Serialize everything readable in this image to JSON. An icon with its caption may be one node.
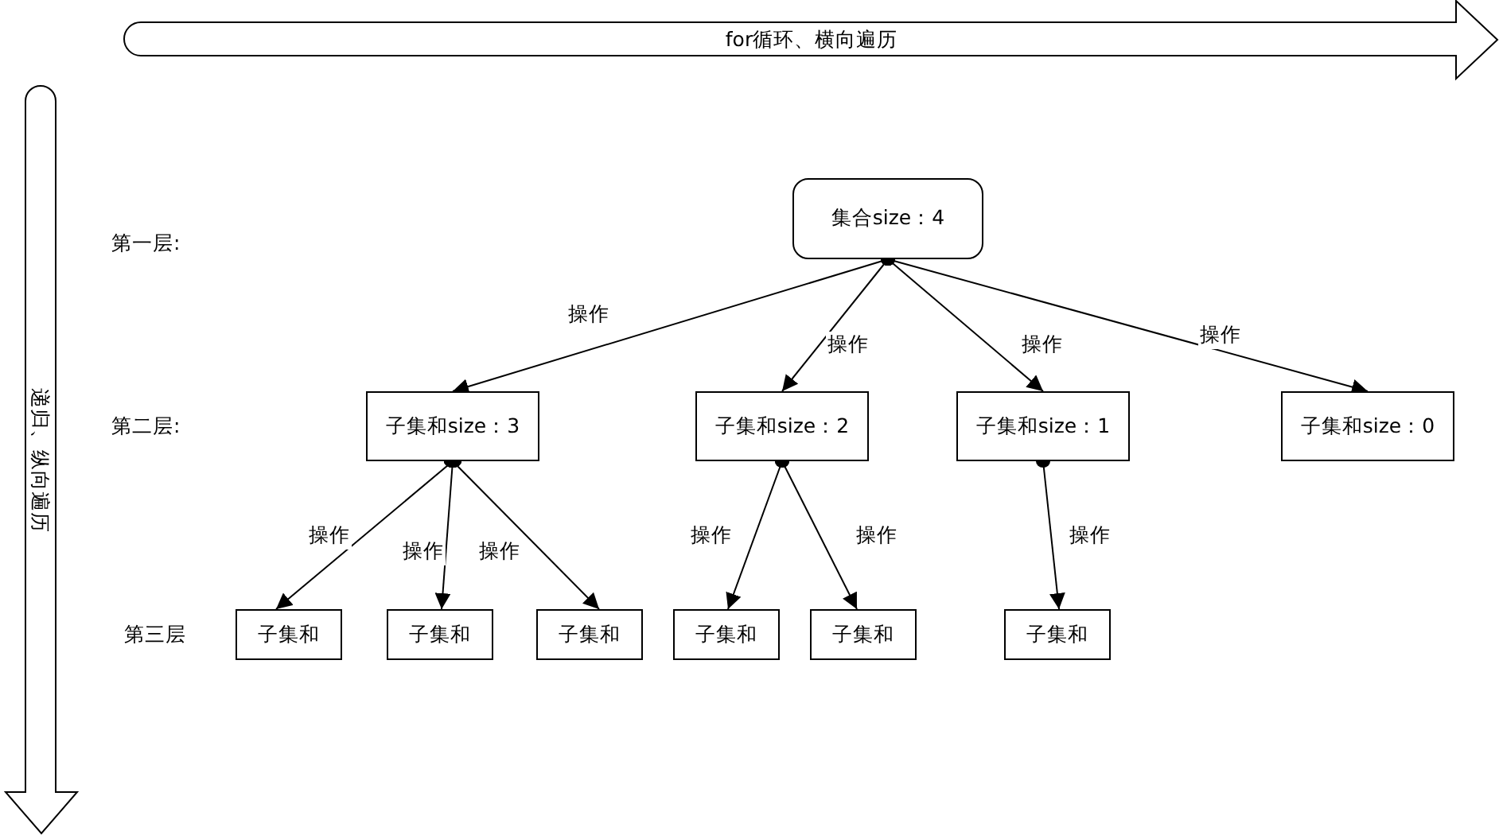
{
  "diagram": {
    "nodes": [
      {
        "text": [
          "for循环、横向遍历"
        ]
      },
      {
        "text": [
          "递归、纵向遍历"
        ]
      },
      {
        "text": [
          "集合size：4"
        ]
      },
      {
        "text": [
          "子集和size：3"
        ]
      },
      {
        "text": [
          "子集和size：2"
        ]
      },
      {
        "text": [
          "子集和size：1"
        ]
      },
      {
        "text": [
          "子集和size：0"
        ]
      },
      {
        "text": [
          "子集和"
        ]
      },
      {
        "text": [
          "子集和"
        ]
      },
      {
        "text": [
          "子集和"
        ]
      },
      {
        "text": [
          "子集和"
        ]
      },
      {
        "text": [
          "子集和"
        ]
      },
      {
        "text": [
          "子集和"
        ]
      }
    ],
    "edges": [
      {
        "from": 2,
        "to": 3,
        "arrow": "to",
        "label": "操作"
      },
      {
        "from": 2,
        "to": 4,
        "arrow": "to",
        "label": "操作"
      },
      {
        "from": 2,
        "to": 5,
        "arrow": "to",
        "label": "操作"
      },
      {
        "from": 2,
        "to": 6,
        "arrow": "to",
        "label": "操作"
      },
      {
        "from": 3,
        "to": 7,
        "arrow": "to",
        "label": "操作"
      },
      {
        "from": 3,
        "to": 8,
        "arrow": "to",
        "label": "操作"
      },
      {
        "from": 3,
        "to": 9,
        "arrow": "to",
        "label": "操作"
      },
      {
        "from": 4,
        "to": 10,
        "arrow": "to",
        "label": "操作"
      },
      {
        "from": 4,
        "to": 11,
        "arrow": "to",
        "label": "操作"
      },
      {
        "from": 5,
        "to": 12,
        "arrow": "to",
        "label": "操作"
      }
    ],
    "labels": [
      "第一层:",
      "第二层:",
      "第三层"
    ]
  }
}
